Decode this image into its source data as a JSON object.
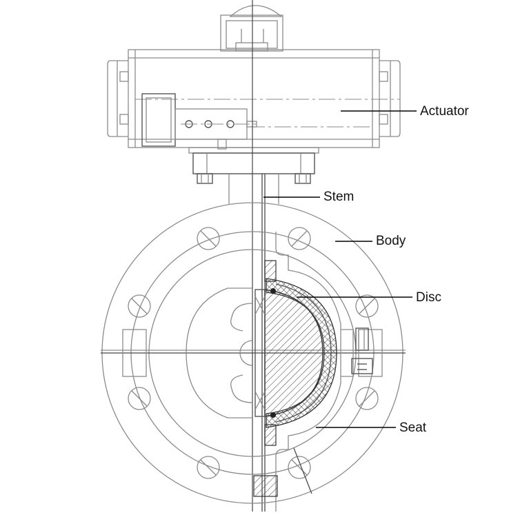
{
  "diagram": {
    "labels": {
      "actuator": "Actuator",
      "stem": "Stem",
      "body": "Body",
      "disc": "Disc",
      "seat": "Seat"
    },
    "colors": {
      "line": "#8a8a8a",
      "dark_line": "#222222",
      "label_text": "#111111",
      "background": "#ffffff"
    }
  }
}
